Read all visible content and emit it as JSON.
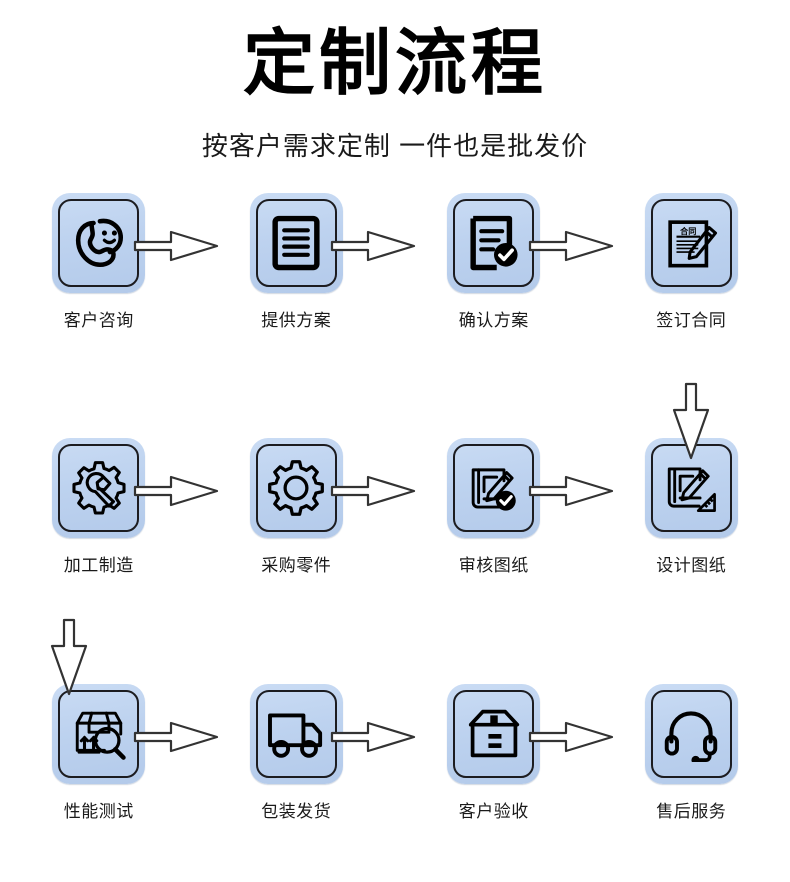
{
  "header": {
    "title": "定制流程",
    "subtitle": "按客户需求定制 一件也是批发价"
  },
  "colors": {
    "background": "#ffffff",
    "tile_fill_light": "#cadcf4",
    "tile_fill_mid": "#bdd2ef",
    "tile_fill_dark": "#b3caea",
    "tile_border": "#1c1c20",
    "icon_stroke": "#000000",
    "text": "#1a1a1a",
    "title_text": "#000000",
    "arrow_stroke": "#333333",
    "arrow_fill": "#ffffff"
  },
  "flow": {
    "rows": [
      {
        "direction": "left-to-right",
        "steps": [
          {
            "label": "客户咨询",
            "icon": "phone-customer-service-icon",
            "index": 1
          },
          {
            "label": "提供方案",
            "icon": "document-lines-icon",
            "index": 2
          },
          {
            "label": "确认方案",
            "icon": "document-check-icon",
            "index": 3
          },
          {
            "label": "签订合同",
            "icon": "contract-pen-icon",
            "index": 4,
            "icon_text": "合同"
          }
        ]
      },
      {
        "direction": "right-to-left",
        "steps": [
          {
            "label": "加工制造",
            "icon": "gear-wrench-icon",
            "index": 8
          },
          {
            "label": "采购零件",
            "icon": "gear-icon",
            "index": 7
          },
          {
            "label": "审核图纸",
            "icon": "blueprint-check-icon",
            "index": 6
          },
          {
            "label": "设计图纸",
            "icon": "blueprint-ruler-icon",
            "index": 5
          }
        ]
      },
      {
        "direction": "left-to-right",
        "steps": [
          {
            "label": "性能测试",
            "icon": "box-magnifier-icon",
            "index": 9
          },
          {
            "label": "包装发货",
            "icon": "delivery-truck-icon",
            "index": 10
          },
          {
            "label": "客户验收",
            "icon": "package-box-icon",
            "index": 11
          },
          {
            "label": "售后服务",
            "icon": "headset-icon",
            "index": 12
          }
        ]
      }
    ],
    "connectors": {
      "horizontal": "arrow-right",
      "vertical": "arrow-down",
      "vertical_positions": [
        "row1-to-row2-right-side",
        "row2-to-row3-left-side"
      ]
    }
  }
}
